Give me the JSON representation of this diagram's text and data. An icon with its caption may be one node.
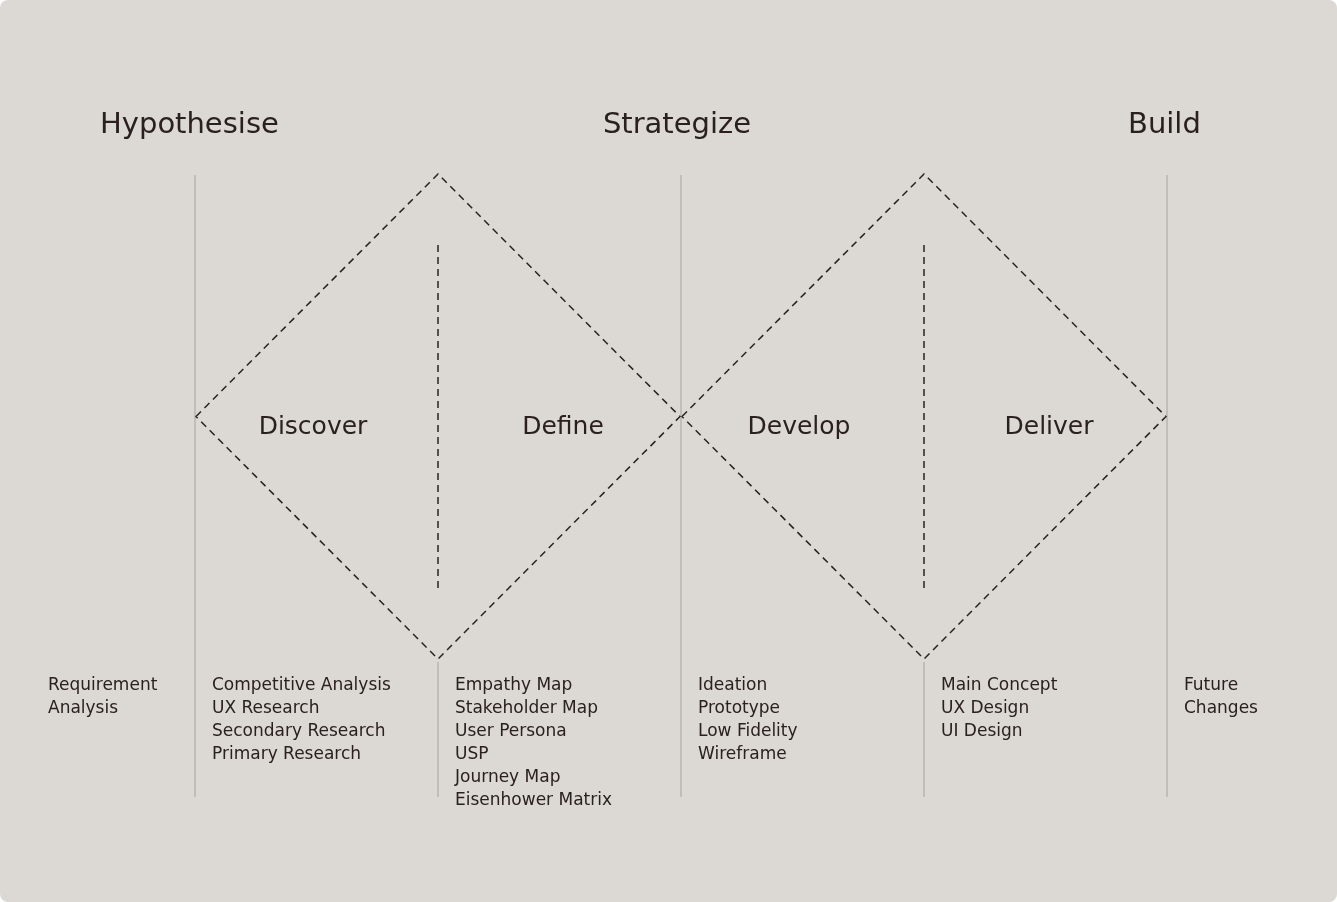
{
  "diagram": {
    "nodes": [
      {
        "text": [
          "Discover",
          "Define"
        ]
      },
      {
        "text": [
          "Develop",
          "Deliver"
        ]
      }
    ],
    "edges": [],
    "labels": [
      "Hypothesise",
      "Strategize",
      "Build",
      "Requirement Analysis",
      "Competitive Analysis",
      "UX Research",
      "Secondary Research",
      "Primary Research",
      "Empathy Map",
      "Stakeholder Map",
      "User Persona",
      "USP",
      "Journey Map",
      "Eisenhower Matrix",
      "Ideation",
      "Prototype",
      "Low Fidelity",
      "Wireframe",
      "Main Concept",
      "UX Design",
      "UI Design",
      "Future Changes"
    ]
  }
}
